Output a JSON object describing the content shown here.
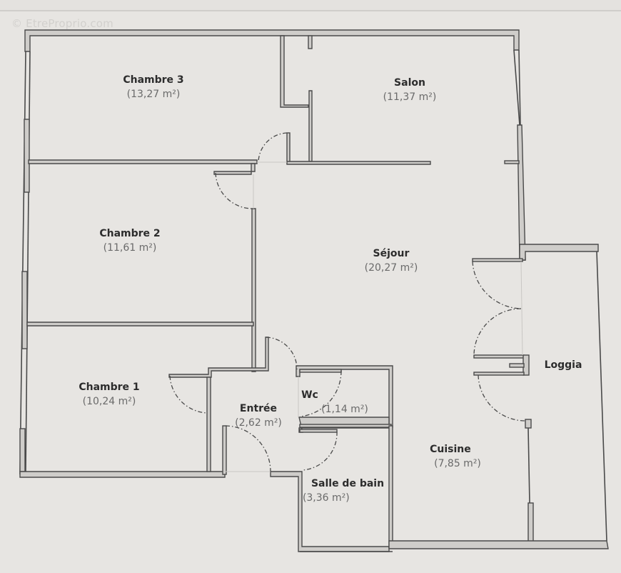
{
  "watermark": "© EtreProprio.com",
  "plan": {
    "colors": {
      "background": "#e7e5e2",
      "wall_fill": "#cfcdca",
      "wall_stroke": "#4a4a4a",
      "name_text": "#2c2c2c",
      "area_text": "#6a6a6a"
    },
    "rooms": [
      {
        "name": "Chambre 3",
        "area": "(13,27 m²)"
      },
      {
        "name": "Salon",
        "area": "(11,37 m²)"
      },
      {
        "name": "Chambre 2",
        "area": "(11,61 m²)"
      },
      {
        "name": "Séjour",
        "area": "(20,27 m²)"
      },
      {
        "name": "Loggia",
        "area": ""
      },
      {
        "name": "Chambre 1",
        "area": "(10,24 m²)"
      },
      {
        "name": "Entrée",
        "area": "(2,62 m²)"
      },
      {
        "name": "Wc",
        "area": "(1,14 m²)"
      },
      {
        "name": "Cuisine",
        "area": "(7,85 m²)"
      },
      {
        "name": "Salle de bain",
        "area": "(3,36 m²)"
      }
    ]
  }
}
